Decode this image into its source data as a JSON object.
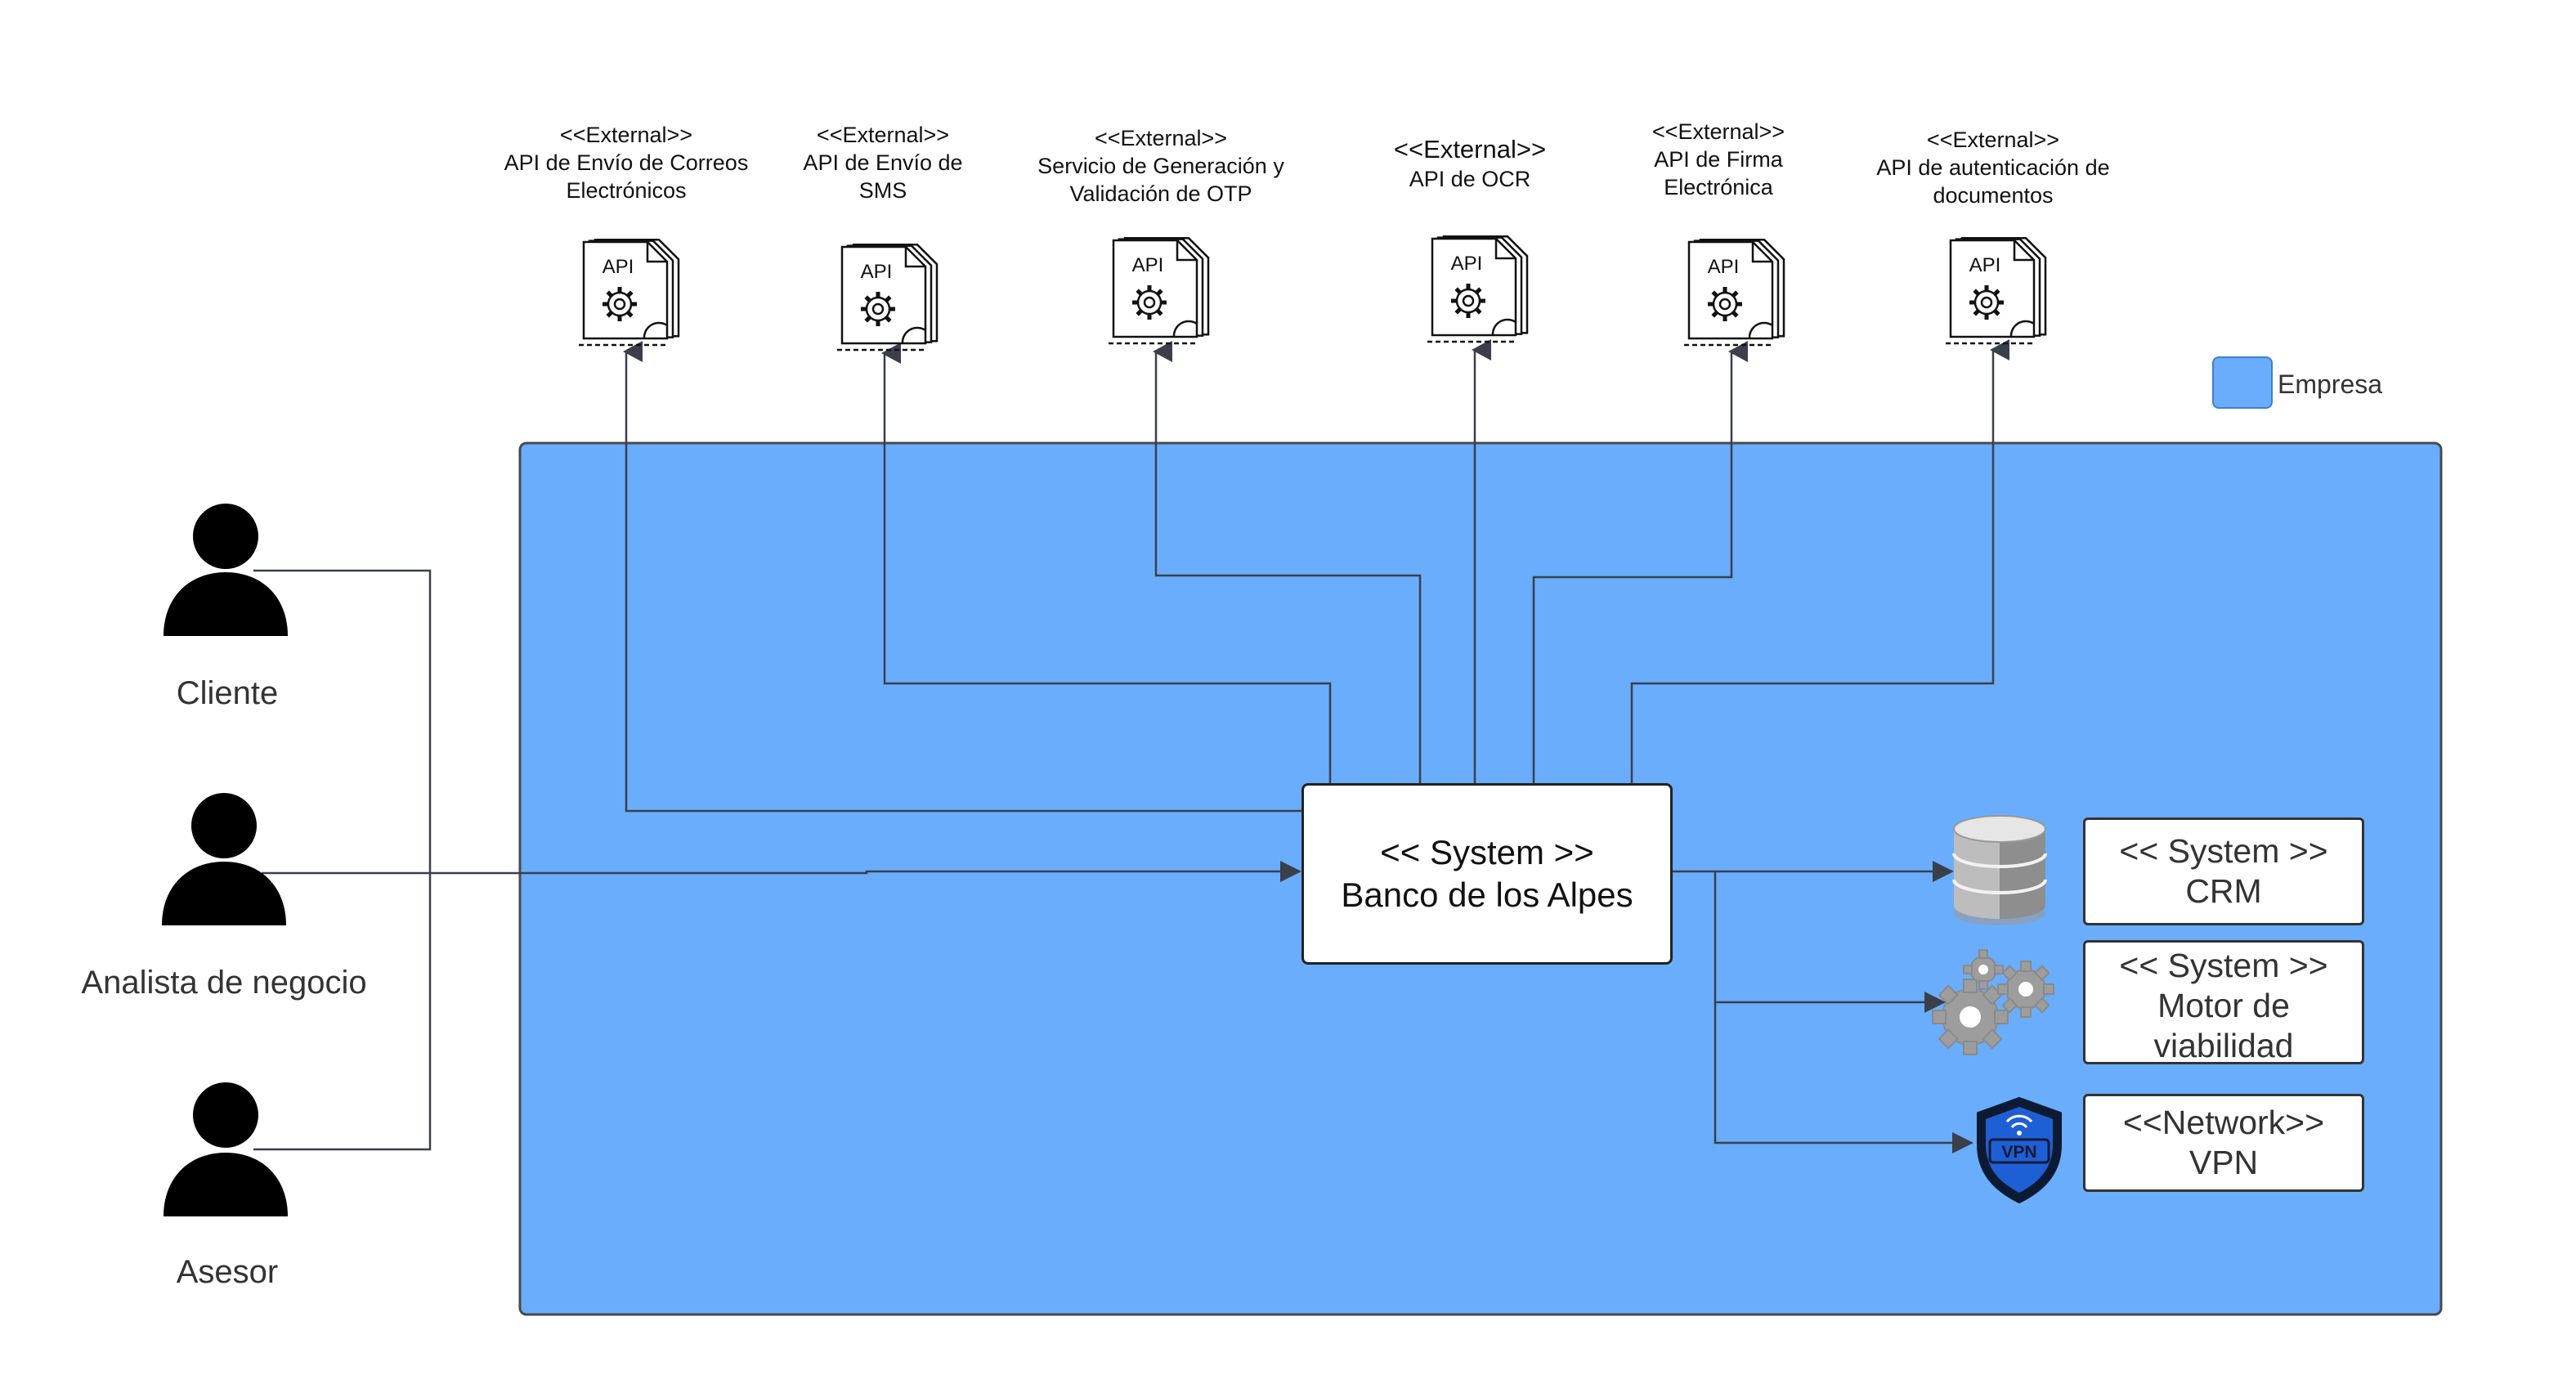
{
  "legend": {
    "label": "Empresa",
    "color": "#6aadfc"
  },
  "actors": [
    {
      "name": "Cliente",
      "icon": "person-icon"
    },
    {
      "name": "Analista de negocio",
      "icon": "person-icon"
    },
    {
      "name": "Asesor",
      "icon": "person-icon"
    }
  ],
  "external_apis": [
    {
      "stereotype": "<<External>>",
      "lines": [
        "API  de Envío de Correos",
        "Electrónicos"
      ],
      "icon": "api-document-icon"
    },
    {
      "stereotype": "<<External>>",
      "lines": [
        "API  de Envío de",
        "SMS"
      ],
      "icon": "api-document-icon"
    },
    {
      "stereotype": "<<External>>",
      "lines": [
        "Servicio de Generación y",
        "Validación de OTP"
      ],
      "icon": "api-document-icon"
    },
    {
      "stereotype": "<<External>>",
      "lines": [
        "API de OCR"
      ],
      "icon": "api-document-icon"
    },
    {
      "stereotype": "<<External>>",
      "lines": [
        "API de Firma",
        "Electrónica"
      ],
      "icon": "api-document-icon"
    },
    {
      "stereotype": "<<External>>",
      "lines": [
        "API  de autenticación de",
        "documentos"
      ],
      "icon": "api-document-icon"
    }
  ],
  "main_system": {
    "stereotype": "<< System >>",
    "name": "Banco de los Alpes"
  },
  "subsystems": [
    {
      "stereotype": "<< System >>",
      "lines": [
        "CRM"
      ],
      "icon": "database-icon"
    },
    {
      "stereotype": "<< System >>",
      "lines": [
        "Motor de",
        "viabilidad"
      ],
      "icon": "gears-icon"
    },
    {
      "stereotype": "<<Network>>",
      "lines": [
        "VPN"
      ],
      "icon": "vpn-shield-icon",
      "icon_text": "VPN"
    }
  ],
  "icon_text": {
    "api": "API"
  },
  "colors": {
    "enterprise_fill": "#6aadfc",
    "enterprise_border": "#4a4a4a",
    "connector": "#3a3f4a"
  }
}
